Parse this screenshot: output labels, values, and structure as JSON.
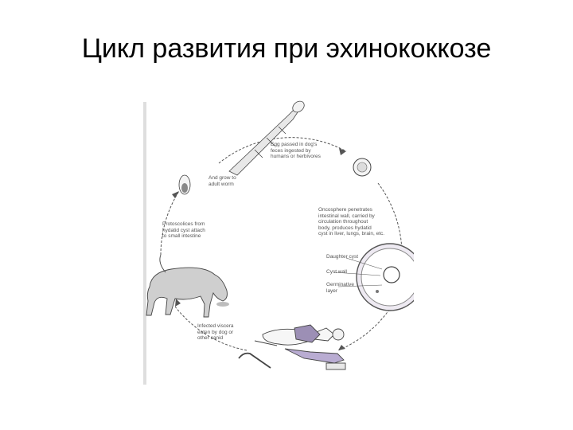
{
  "title": "Цикл развития при эхинококкозе",
  "diagram": {
    "labels": {
      "egg": "Egg passed in dog's\nfeces ingested by\nhumans or herbivores",
      "adult": "And grow to\nadult worm",
      "oncosphere": "Oncosphere penetrates\nintestinal wall, carried by\ncirculation throughout\nbody, produces hydatid\ncyst in liver, lungs, brain, etc.",
      "protoscolices": "Protoscolices from\nhydatid cyst attach\nto small intestine",
      "viscera": "Infected viscera\neaten by dog or\nother canid",
      "daughter_cyst": "Daughter cyst",
      "cyst_wall": "Cyst wall",
      "germinative": "Germinative\nlayer"
    }
  }
}
